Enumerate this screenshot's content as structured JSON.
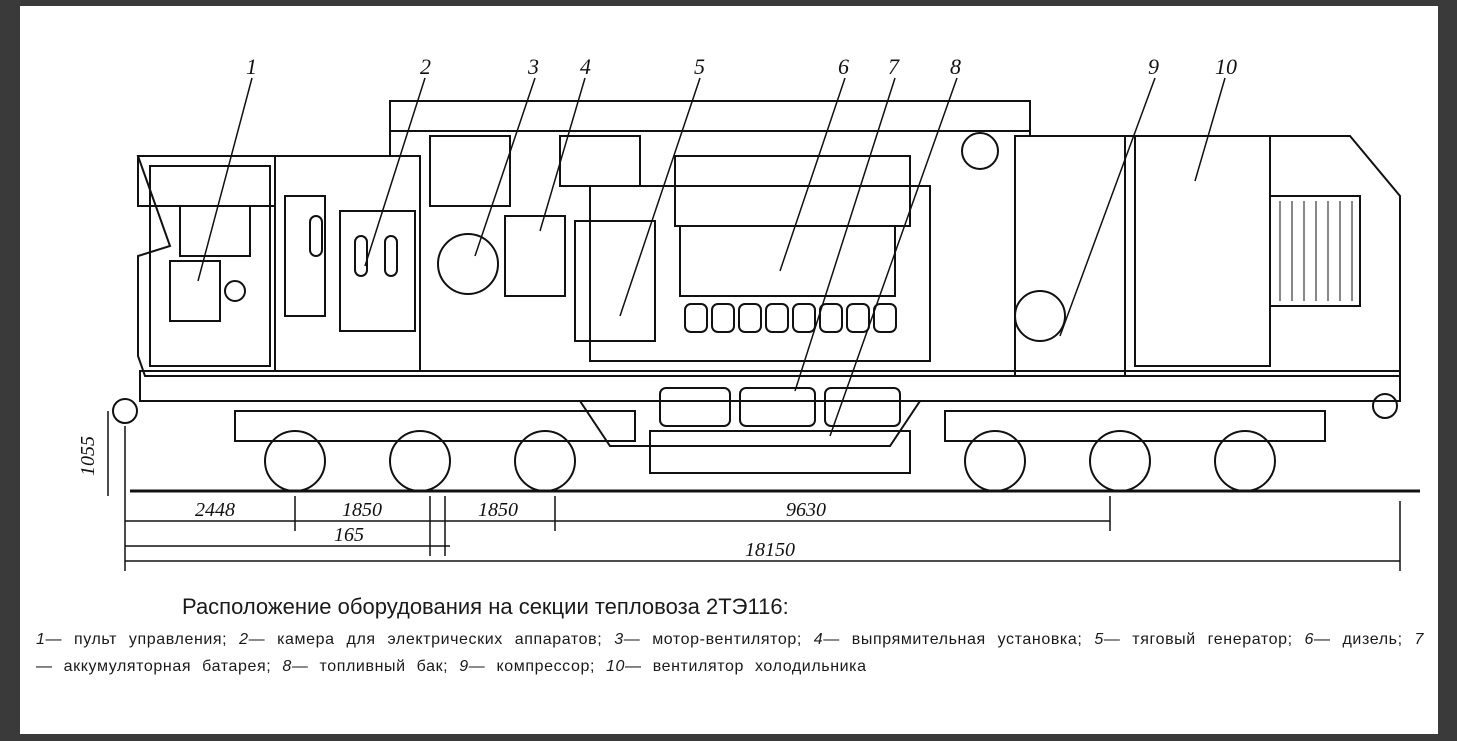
{
  "callouts": [
    "1",
    "2",
    "3",
    "4",
    "5",
    "6",
    "7",
    "8",
    "9",
    "10"
  ],
  "dimensions": {
    "height": "1055",
    "front_overhang": "2448",
    "axle_1": "1850",
    "axle_2": "1850",
    "offset": "165",
    "bogie_centers": "9630",
    "total_length": "18150"
  },
  "caption": {
    "title": "Расположение оборудования на секции тепловоза 2ТЭ116:",
    "legend": [
      {
        "num": "1",
        "text": "пульт управления;"
      },
      {
        "num": "2",
        "text": "камера для электрических аппаратов;"
      },
      {
        "num": "3",
        "text": "мотор-вентилятор;"
      },
      {
        "num": "4",
        "text": "выпрямительная установка;"
      },
      {
        "num": "5",
        "text": "тяговый генератор;"
      },
      {
        "num": "6",
        "text": "дизель;"
      },
      {
        "num": "7",
        "text": "аккумуляторная батарея;"
      },
      {
        "num": "8",
        "text": "топливный бак;"
      },
      {
        "num": "9",
        "text": "компрессор;"
      },
      {
        "num": "10",
        "text": "вентилятор холодильника"
      }
    ]
  },
  "colors": {
    "frame": "#3a3a3a",
    "paper": "#ffffff",
    "ink": "#111111"
  }
}
